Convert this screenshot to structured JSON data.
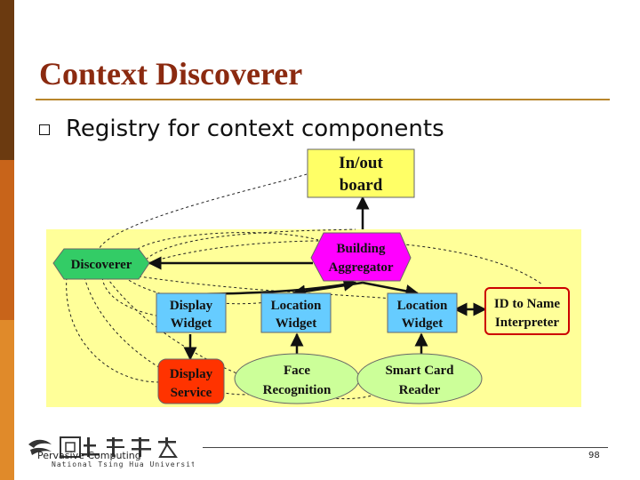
{
  "slide": {
    "title": "Context Discoverer",
    "bullet": "Registry for context components"
  },
  "diagram": {
    "nodes": {
      "inout_board": [
        "In/out",
        "board"
      ],
      "building_aggregator": [
        "Building",
        "Aggregator"
      ],
      "discoverer": [
        "Discoverer"
      ],
      "display_widget": [
        "Display",
        "Widget"
      ],
      "location_widget_1": [
        "Location",
        "Widget"
      ],
      "location_widget_2": [
        "Location",
        "Widget"
      ],
      "id_to_name_interpreter": [
        "ID to Name",
        "Interpreter"
      ],
      "display_service": [
        "Display",
        "Service"
      ],
      "face_recognition": [
        "Face",
        "Recognition"
      ],
      "smart_card_reader": [
        "Smart Card",
        "Reader"
      ]
    }
  },
  "footer": {
    "university_name": "National Tsing Hua University",
    "course": "Pervasive Computing",
    "page_number": "98"
  },
  "colors": {
    "title": "#8b2a10",
    "diagram_background": "#ffff99",
    "aggregator": "#ff00ff",
    "discoverer": "#33cc66",
    "widget": "#66ccff",
    "display_service": "#ff3300",
    "recognizer": "#ccff99",
    "input_board": "#ffff66"
  }
}
